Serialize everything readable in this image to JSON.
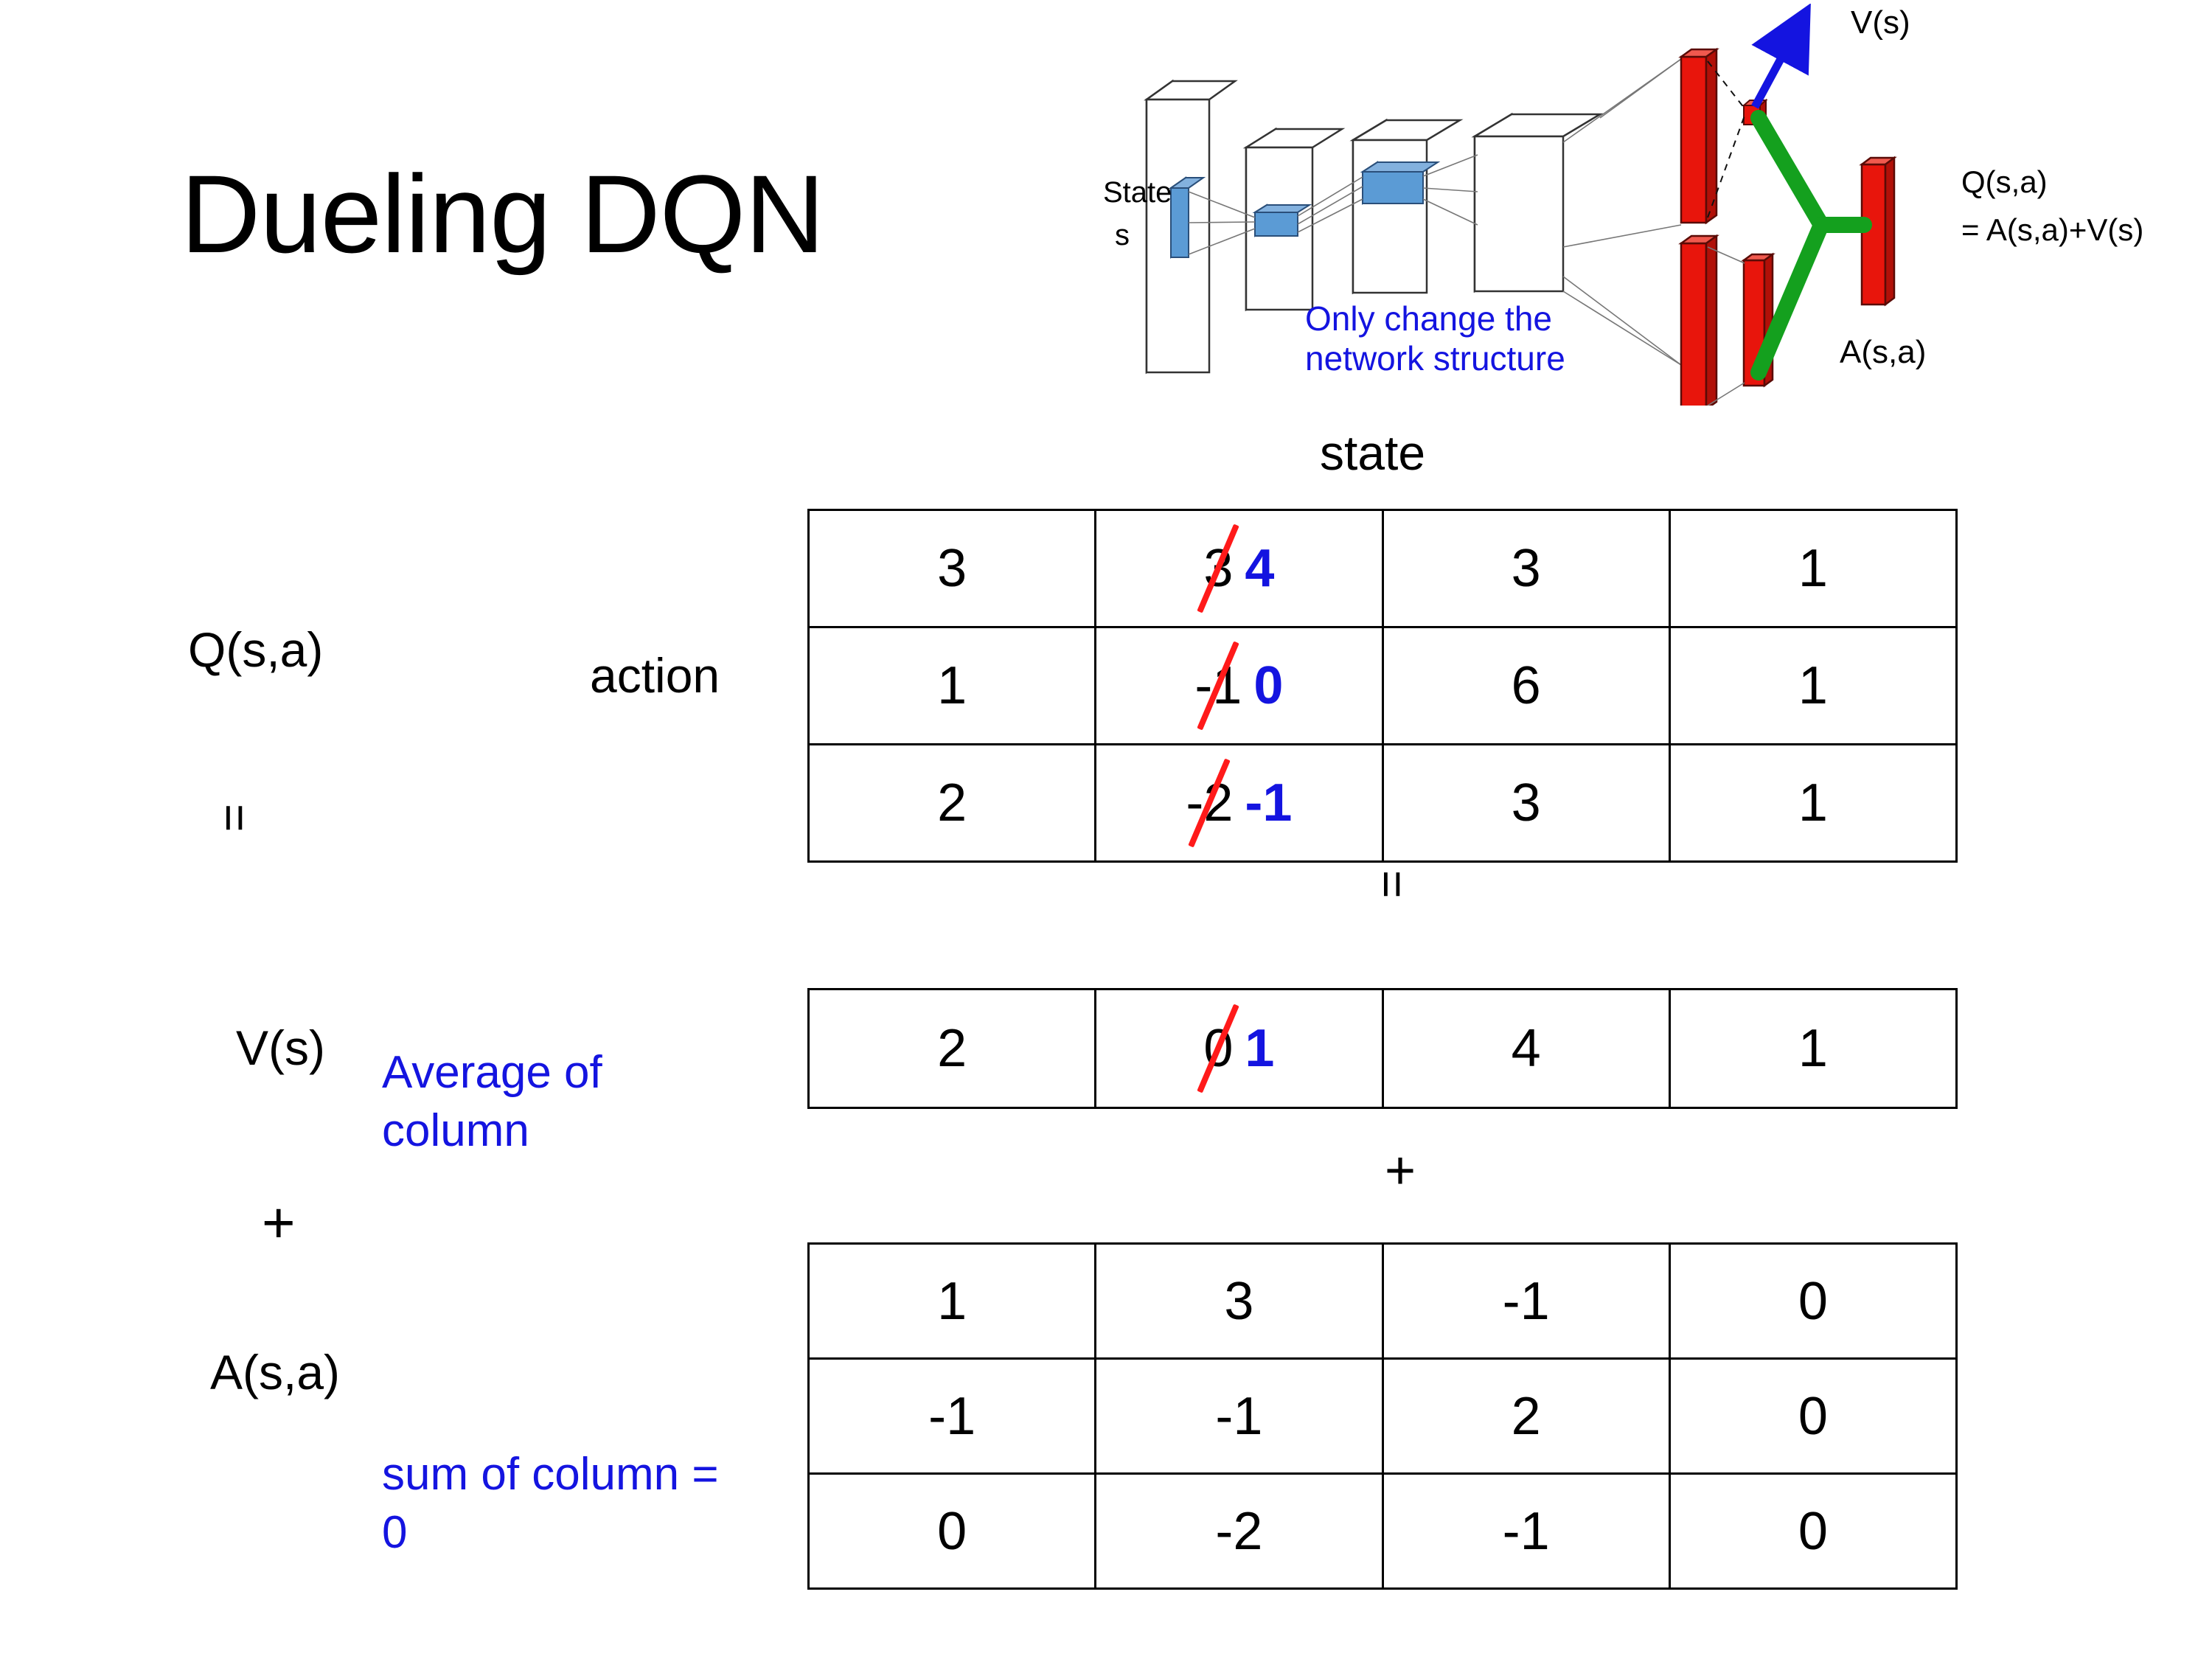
{
  "slide": {
    "title": "Dueling DQN"
  },
  "diagram": {
    "state_label": "State",
    "state_sub": "s",
    "v_label": "V(s)",
    "a_label": "A(s,a)",
    "q_label_line1": "Q(s,a)",
    "q_label_line2": "= A(s,a)+V(s)",
    "note": "Only change the\nnetwork structure",
    "colors": {
      "blue_box": "#5B9BD5",
      "red_bar": "#E8150C",
      "green_link": "#14A01E",
      "note_blue": "#1414E0",
      "arrow_blue": "#1414E0"
    }
  },
  "labels": {
    "state": "state",
    "action": "action",
    "q_fn": "Q(s,a)",
    "v_fn": "V(s)",
    "a_fn": "A(s,a)",
    "equals_1": "=",
    "equals_2": "=",
    "plus_1": "+",
    "plus_2": "+",
    "average_note": "Average of column",
    "sum_note": "sum of column = 0"
  },
  "chart_data": {
    "type": "table",
    "title": "Dueling DQN decomposition Q(s,a) = V(s) + A(s,a)",
    "xlabel": "state",
    "ylabel": "action",
    "tables": [
      {
        "name": "Q(s,a)",
        "rows": [
          [
            {
              "value": "3"
            },
            {
              "value": "3",
              "struck": true,
              "new_value": "4"
            },
            {
              "value": "3"
            },
            {
              "value": "1"
            }
          ],
          [
            {
              "value": "1"
            },
            {
              "value": "-1",
              "struck": true,
              "new_value": "0"
            },
            {
              "value": "6"
            },
            {
              "value": "1"
            }
          ],
          [
            {
              "value": "2"
            },
            {
              "value": "-2",
              "struck": true,
              "new_value": "-1"
            },
            {
              "value": "3"
            },
            {
              "value": "1"
            }
          ]
        ]
      },
      {
        "name": "V(s)",
        "rows": [
          [
            {
              "value": "2"
            },
            {
              "value": "0",
              "struck": true,
              "new_value": "1"
            },
            {
              "value": "4"
            },
            {
              "value": "1"
            }
          ]
        ]
      },
      {
        "name": "A(s,a)",
        "rows": [
          [
            {
              "value": "1"
            },
            {
              "value": "3"
            },
            {
              "value": "-1"
            },
            {
              "value": "0"
            }
          ],
          [
            {
              "value": "-1"
            },
            {
              "value": "-1"
            },
            {
              "value": "2"
            },
            {
              "value": "0"
            }
          ],
          [
            {
              "value": "0"
            },
            {
              "value": "-2"
            },
            {
              "value": "-1"
            },
            {
              "value": "0"
            }
          ]
        ]
      }
    ]
  }
}
